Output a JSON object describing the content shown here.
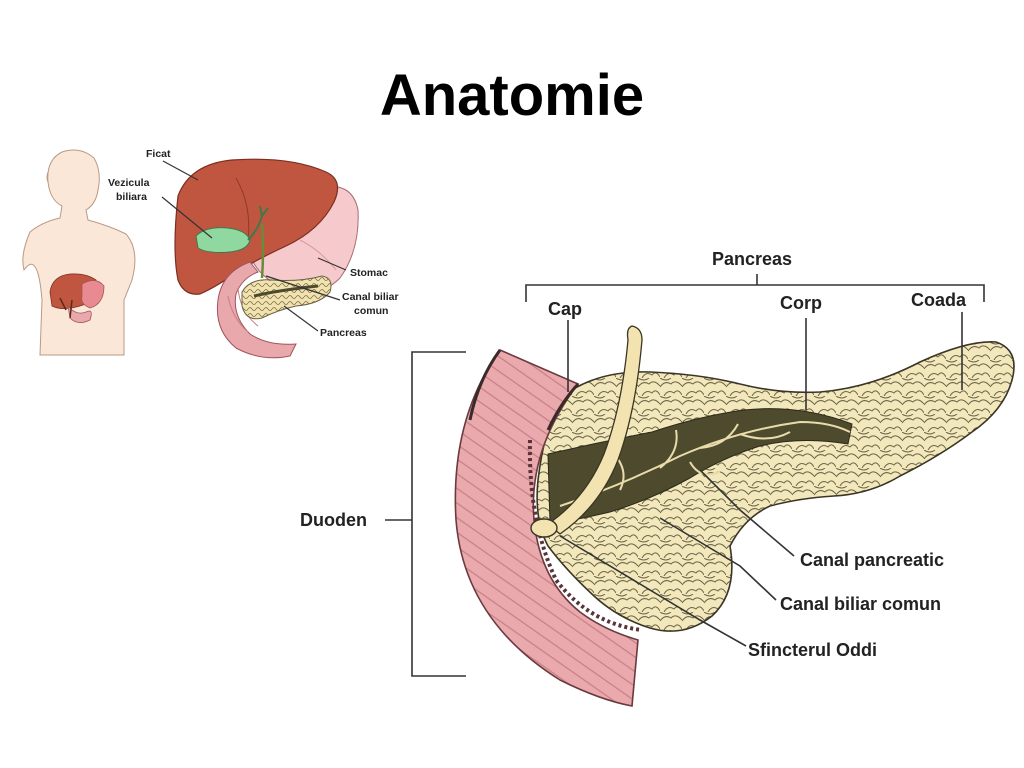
{
  "title": "Anatomie",
  "small_figure": {
    "labels": {
      "ficat": "Ficat",
      "vezicula_line1": "Vezicula",
      "vezicula_line2": "biliara",
      "stomac": "Stomac",
      "canal_line1": "Canal biliar",
      "canal_line2": "comun",
      "pancreas": "Pancreas"
    }
  },
  "large_figure": {
    "labels": {
      "pancreas": "Pancreas",
      "cap": "Cap",
      "corp": "Corp",
      "coada": "Coada",
      "duoden": "Duoden",
      "canal_pancreatic": "Canal pancreatic",
      "canal_biliar_comun": "Canal biliar comun",
      "sfincterul_oddi": "Sfincterul Oddi"
    }
  },
  "colors": {
    "liver": "#c0563f",
    "gallbladder": "#8fd8a0",
    "stomach": "#f6c9cc",
    "pancreas": "#f1e6b8",
    "duct": "#4d4a2e",
    "duodenum": "#e9a8ac",
    "skin": "#fbe7d8"
  }
}
